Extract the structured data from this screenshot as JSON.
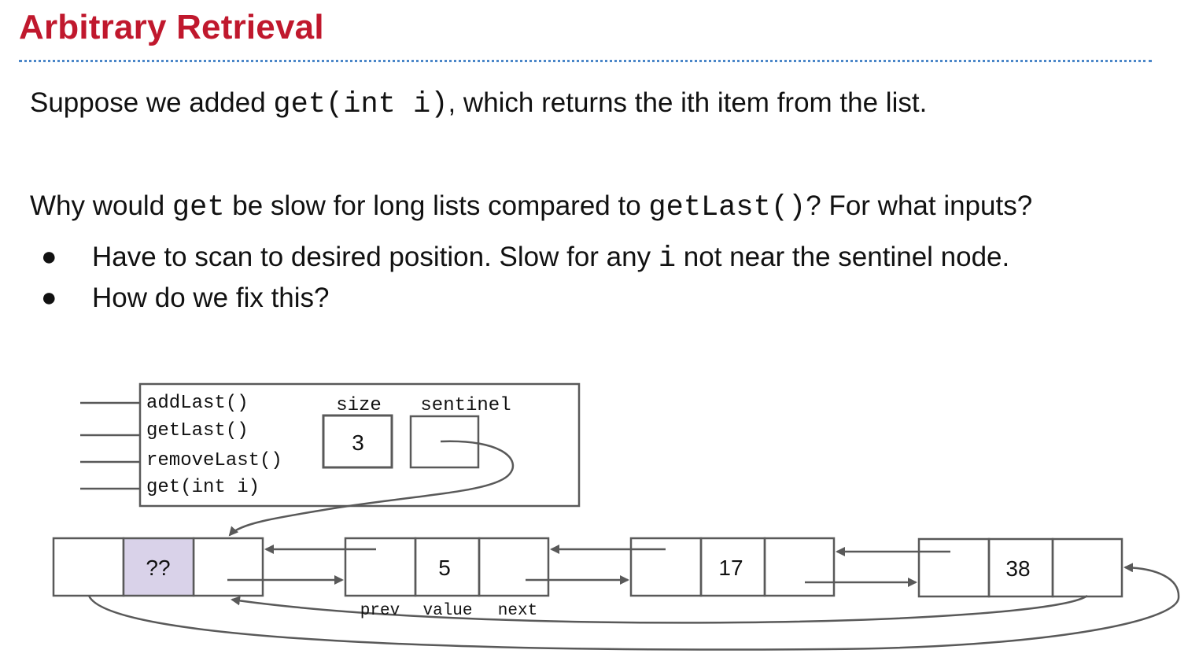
{
  "title": "Arbitrary Retrieval",
  "intro": {
    "prefix": "Suppose we added ",
    "code": "get(int i)",
    "suffix": ", which returns the ith item from the list."
  },
  "question": {
    "part1": "Why would ",
    "code1": "get",
    "part2": " be slow for long lists compared to ",
    "code2": "getLast()",
    "part3": "? For what inputs?"
  },
  "bullets": [
    {
      "symbol": "●",
      "prefix": "Have to scan to desired position. Slow for any ",
      "code": "i",
      "suffix": " not near the sentinel node."
    },
    {
      "symbol": "●",
      "prefix": "How do we fix this?",
      "code": "",
      "suffix": ""
    }
  ],
  "diagram": {
    "methods": [
      "addLast()",
      "getLast()",
      "removeLast()",
      "get(int i)"
    ],
    "fields": {
      "size_label": "size",
      "size_value": "3",
      "sentinel_label": "sentinel"
    },
    "nodes": [
      {
        "value": "??",
        "highlight": true
      },
      {
        "value": "5",
        "highlight": false
      },
      {
        "value": "17",
        "highlight": false
      },
      {
        "value": "38",
        "highlight": false
      }
    ],
    "node_field_labels": [
      "prev",
      "value",
      "next"
    ],
    "colors": {
      "sentinel_value_fill": "#d9d2e9",
      "stroke": "#595959",
      "title": "#c0182d",
      "rule": "#4a86c8"
    }
  }
}
